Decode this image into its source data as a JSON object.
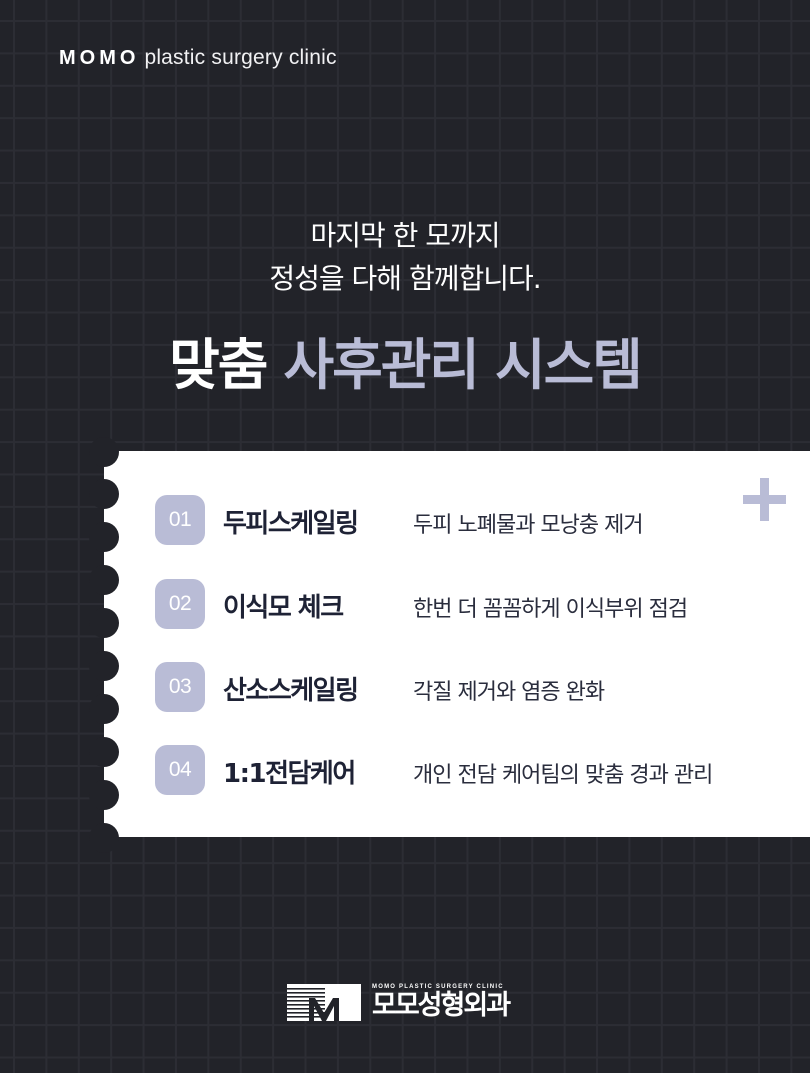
{
  "header": {
    "brand_mark": "MOMO",
    "brand_rest": "plastic surgery clinic"
  },
  "intro": {
    "line1": "마지막 한 모까지",
    "line2": "정성을 다해 함께합니다."
  },
  "headline": {
    "part_white": "맞춤",
    "part_accent": "사후관리 시스템"
  },
  "card": {
    "plus_icon": "plus-icon",
    "items": [
      {
        "number": "01",
        "title": "두피스케일링",
        "description": "두피 노폐물과 모낭충 제거"
      },
      {
        "number": "02",
        "title": "이식모 체크",
        "description": "한번 더 꼼꼼하게 이식부위 점검"
      },
      {
        "number": "03",
        "title": "산소스케일링",
        "description": "각질 제거와 염증 완화"
      },
      {
        "number": "04",
        "title": "1:1전담케어",
        "description": "개인 전담 케어팀의 맞춤 경과 관리"
      }
    ]
  },
  "footer": {
    "logo_caption": "MOMO PLASTIC SURGERY CLINIC",
    "logo_name": "모모성형외과"
  },
  "colors": {
    "background": "#222329",
    "grid": "#2c2d34",
    "accent": "#b9bcd6",
    "card": "#ffffff",
    "title_text": "#1e2235"
  }
}
